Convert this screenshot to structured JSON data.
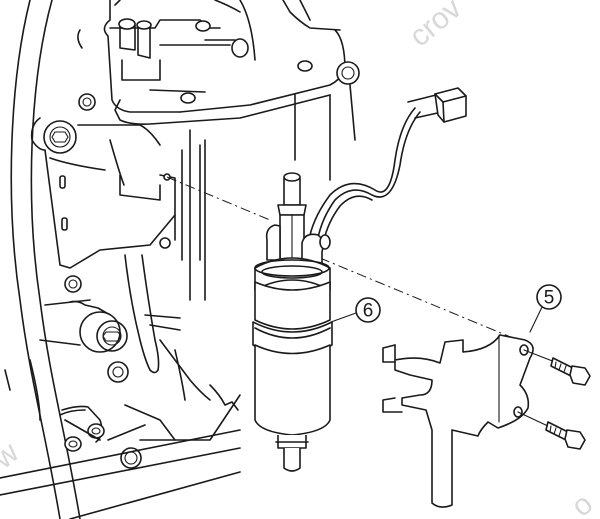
{
  "diagram": {
    "subject": "Fuel pump and bracket mounting on outboard engine block",
    "callouts": [
      {
        "id": "callout-6",
        "label": "6",
        "refers_to": "fuel-pump"
      },
      {
        "id": "callout-5",
        "label": "5",
        "refers_to": "fuel-pump-bracket"
      }
    ],
    "watermark": {
      "top_right": "crov",
      "bottom_left": "w",
      "bottom_right": "o"
    },
    "colors": {
      "line": "#1a1a1a",
      "background": "#ffffff",
      "watermark": "#d8d8d8"
    }
  }
}
